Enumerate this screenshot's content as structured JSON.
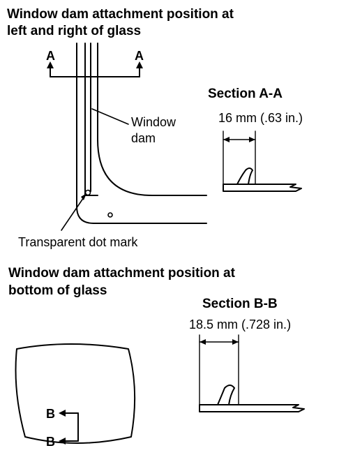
{
  "top_section": {
    "title_line1": "Window dam attachment position at",
    "title_line2": "left and right of glass",
    "arrow_label_left": "A",
    "arrow_label_right": "A",
    "callout_window_dam_line1": "Window",
    "callout_window_dam_line2": "dam",
    "callout_dot_mark": "Transparent dot mark"
  },
  "section_a": {
    "title": "Section A-A",
    "dimension": "16 mm (.63 in.)"
  },
  "bottom_section": {
    "title_line1": "Window dam attachment position at",
    "title_line2": "bottom of glass",
    "arrow_label_upper": "B",
    "arrow_label_lower": "B"
  },
  "section_b": {
    "title": "Section B-B",
    "dimension": "18.5 mm (.728 in.)"
  }
}
